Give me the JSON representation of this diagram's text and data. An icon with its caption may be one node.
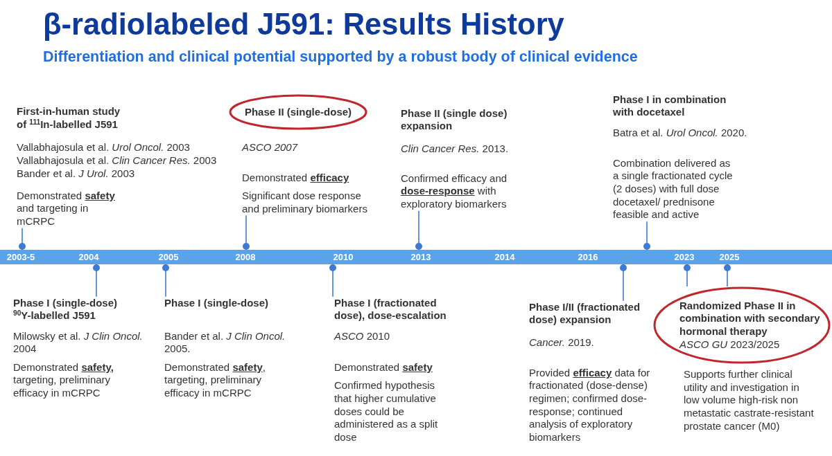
{
  "diagram": {
    "title": "β-radiolabeled J591: Results History",
    "nodes": [
      {
        "text": [
          "First-in-human study of $^{111}$In-labelled J591",
          "Vallabhajosula et al. *Urol Oncol.* 2003",
          "Vallabhajosula et al. *Clin Cancer Res.* 2003",
          "Bander et al. *J Urol.* 2003",
          "Demonstrated **safety** and targeting in mCRPC"
        ]
      },
      {
        "text": [
          "ASCO 2007",
          "Demonstrated **efficacy**",
          "Significant dose response and preliminary biomarkers"
        ]
      },
      {
        "text": [
          "Phase II (single-dose)"
        ],
        "in": 1
      },
      {
        "text": [
          "Phase II (single dose) expansion",
          "*Clin Cancer Res.* 2013.",
          "Confirmed efficacy and **dose-response** with exploratory biomarkers"
        ]
      },
      {
        "text": [
          "Phase I in combination with docetaxel",
          "Batra et al. *Urol Oncol.* 2020.",
          "Combination delivered as a single fractionated cycle (2 doses) with full dose docetaxel/ prednisone feasible and active"
        ]
      },
      {
        "text": [
          "2003-5",
          "2004",
          "2005",
          "2008",
          "2010",
          "2013",
          "2014",
          "2016",
          "2023",
          "2025"
        ]
      },
      {
        "text": [
          "Phase I (single-dose) $^{90}$Y-labelled J591",
          "Milowsky et al. *J Clin Oncol.* 2004",
          "Demonstrated **safety,** targeting, preliminary efficacy in mCRPC"
        ]
      },
      {
        "text": [
          "Phase I (single-dose)",
          "Bander et al. *J Clin Oncol.* 2005.",
          "Demonstrated **safety**, targeting, preliminary efficacy in mCRPC"
        ]
      },
      {
        "text": [
          "Phase I (fractionated dose), dose-escalation",
          "*ASCO* 2010",
          "Demonstrated **safety**",
          "Confirmed hypothesis that higher cumulative doses could be administered as a split dose"
        ]
      },
      {
        "text": [
          "Phase I/II (fractionated dose) expansion",
          "*Cancer.* 2019.",
          "Provided **efficacy** data for fractionated (dose-dense) regimen; confirmed dose-response; continued analysis of exploratory biomarkers"
        ]
      },
      {
        "text": [
          "Supports further clinical utility and investigation in low volume high-risk non metastatic castrate-resistant prostate cancer (M0)"
        ]
      },
      {
        "text": [
          "Randomized Phase II in combination with secondary hormonal therapy",
          "*ASCO GU* 2023/2025"
        ],
        "in": 10
      }
    ],
    "edges": [
      {
        "from": 0,
        "to": 5,
        "arrow": "other"
      },
      {
        "from": 1,
        "to": 5,
        "arrow": "other"
      },
      {
        "from": 3,
        "to": 5,
        "arrow": "other"
      },
      {
        "from": 4,
        "to": 5,
        "arrow": "other"
      },
      {
        "from": 6,
        "to": 5,
        "arrow": "other"
      },
      {
        "from": 7,
        "to": 5,
        "arrow": "other"
      },
      {
        "from": 8,
        "to": 5,
        "arrow": "other"
      },
      {
        "from": 9,
        "to": 5,
        "arrow": "other"
      },
      {
        "from": 10,
        "to": 5,
        "arrow": "other"
      },
      {
        "from": 10,
        "to": 5,
        "arrow": "other"
      }
    ],
    "labels": [
      "Differentiation and clinical potential supported by a robust body of clinical evidence"
    ]
  }
}
